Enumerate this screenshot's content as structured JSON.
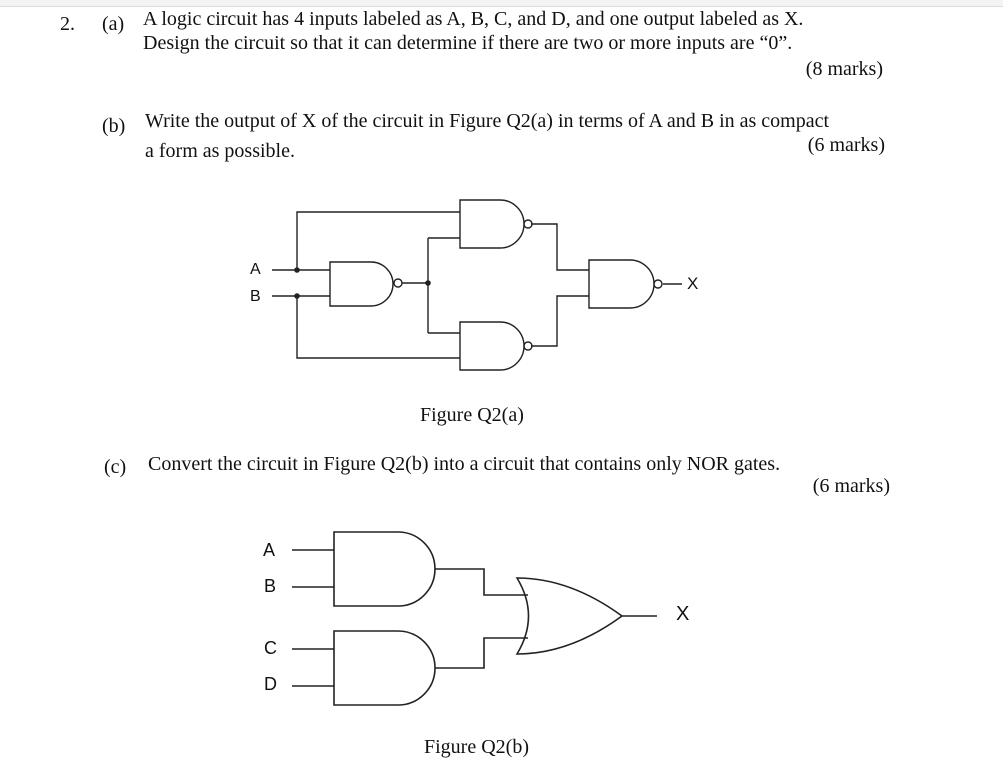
{
  "question": {
    "number": "2.",
    "a": {
      "label": "(a)",
      "line1": "A logic circuit has 4 inputs labeled as A, B, C, and D, and one output labeled as X.",
      "line2": "Design the circuit so that it can determine if there are two or more inputs are “0”.",
      "marks": "(8 marks)"
    },
    "b": {
      "label": "(b)",
      "line1": "Write the output of X of the circuit in Figure Q2(a) in terms of A and B in as compact",
      "line2": "a form as possible.",
      "marks": "(6 marks)"
    },
    "c": {
      "label": "(c)",
      "line1": "Convert the circuit in Figure Q2(b) into a circuit that contains only NOR gates.",
      "marks": "(6 marks)"
    }
  },
  "figure_a": {
    "caption": "Figure Q2(a)",
    "input_a": "A",
    "input_b": "B",
    "output": "X"
  },
  "figure_b": {
    "caption": "Figure Q2(b)",
    "input_a": "A",
    "input_b": "B",
    "input_c": "C",
    "input_d": "D",
    "output": "X"
  }
}
